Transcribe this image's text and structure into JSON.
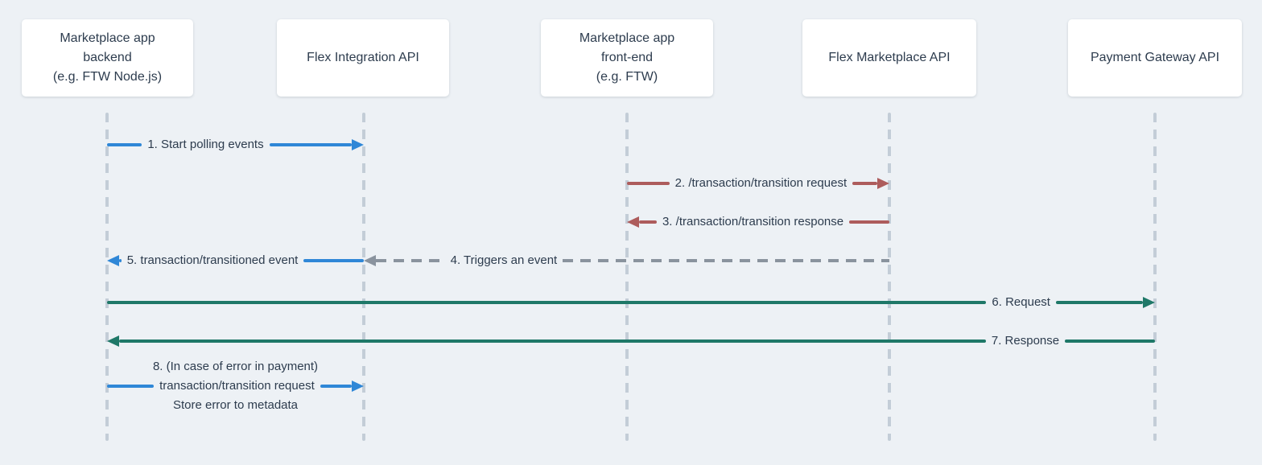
{
  "colors": {
    "background": "#edf1f5",
    "box": "#ffffff",
    "text": "#2d3c4e",
    "lifeline": "#c3cdd7",
    "blue": "#2f87d7",
    "red": "#ad5c5c",
    "green": "#1f7868",
    "gray": "#8a939e"
  },
  "actors": [
    {
      "id": "marketplace-app-backend",
      "lines": [
        "Marketplace app",
        "backend",
        "(e.g. FTW Node.js)"
      ]
    },
    {
      "id": "flex-integration-api",
      "lines": [
        "Flex Integration API"
      ]
    },
    {
      "id": "marketplace-app-frontend",
      "lines": [
        "Marketplace app",
        "front-end",
        "(e.g. FTW)"
      ]
    },
    {
      "id": "flex-marketplace-api",
      "lines": [
        "Flex Marketplace API"
      ]
    },
    {
      "id": "payment-gateway-api",
      "lines": [
        "Payment Gateway API"
      ]
    }
  ],
  "messages": [
    {
      "label": "1. Start polling events",
      "from": "Marketplace app backend",
      "to": "Flex Integration API",
      "arrow": "solid",
      "color": "blue",
      "direction": "right"
    },
    {
      "label": "2. /transaction/transition request",
      "from": "Marketplace app front-end",
      "to": "Flex Marketplace API",
      "arrow": "solid",
      "color": "red",
      "direction": "right"
    },
    {
      "label": "3. /transaction/transition response",
      "from": "Flex Marketplace API",
      "to": "Marketplace app front-end",
      "arrow": "solid",
      "color": "red",
      "direction": "left"
    },
    {
      "label": "4. Triggers an event",
      "from": "Flex Marketplace API",
      "to": "Flex Integration API",
      "arrow": "dashed",
      "color": "gray",
      "direction": "left"
    },
    {
      "label": "5. transaction/transitioned event",
      "from": "Flex Integration API",
      "to": "Marketplace app backend",
      "arrow": "solid",
      "color": "blue",
      "direction": "left"
    },
    {
      "label": "6. Request",
      "from": "Marketplace app backend",
      "to": "Payment Gateway API",
      "arrow": "solid",
      "color": "green",
      "direction": "right"
    },
    {
      "label": "7. Response",
      "from": "Payment Gateway API",
      "to": "Marketplace app backend",
      "arrow": "solid",
      "color": "green",
      "direction": "left"
    },
    {
      "note_above": "8. (In case of error in payment)",
      "label": "transaction/transition request",
      "note_below": "Store error to metadata",
      "from": "Marketplace app backend",
      "to": "Flex Integration API",
      "arrow": "solid",
      "color": "blue",
      "direction": "right"
    }
  ]
}
